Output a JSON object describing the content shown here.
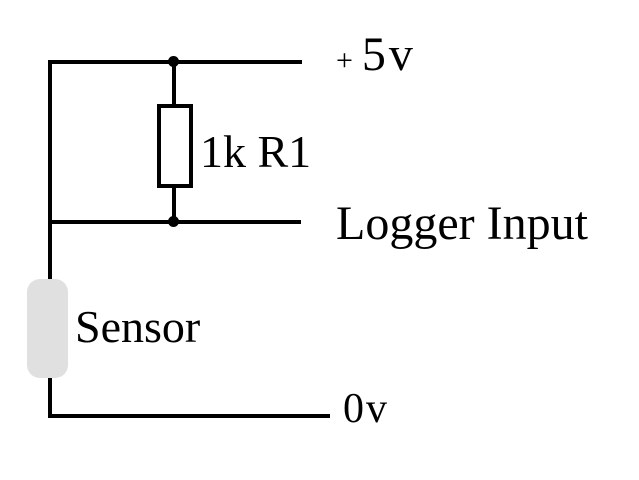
{
  "labels": {
    "rail_plus": "+",
    "rail_voltage": "5v",
    "resistor": "1k R1",
    "logger_input": "Logger Input",
    "sensor": "Sensor",
    "ground": "0v"
  },
  "colors": {
    "wire": "#000000",
    "text": "#000000",
    "sensor_fill": "#e0e0e0",
    "resistor_fill": "#ffffff",
    "background": "#ffffff"
  }
}
